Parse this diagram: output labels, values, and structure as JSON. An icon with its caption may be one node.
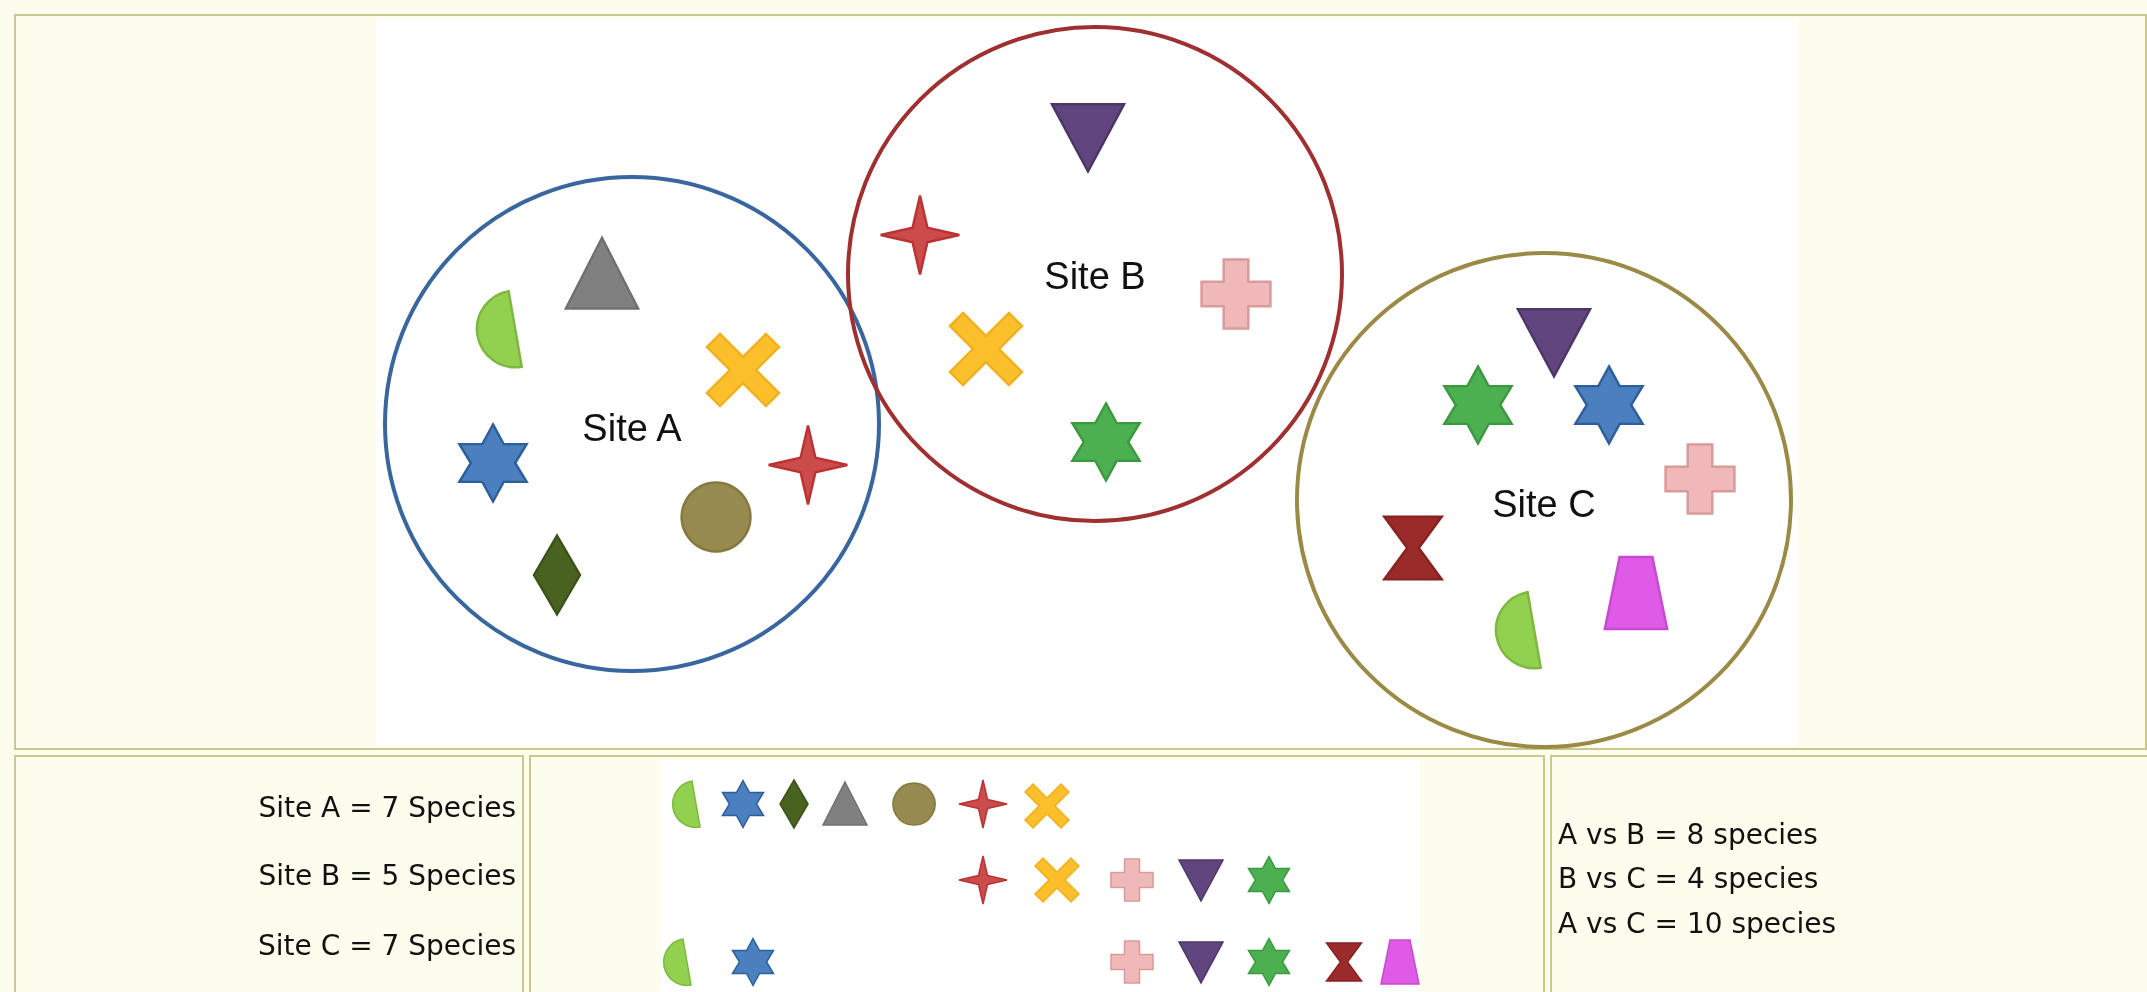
{
  "diagram": {
    "nodes": [
      {
        "text": [
          "Site A"
        ]
      },
      {
        "text": [
          "Site B"
        ]
      },
      {
        "text": [
          "Site C"
        ]
      }
    ],
    "labels": [
      "Site A = 7 Species",
      "Site B = 5 Species",
      "Site C = 7 Species",
      "A vs B = 8 species",
      "B vs C = 4 species",
      "A vs C = 10 species"
    ]
  }
}
